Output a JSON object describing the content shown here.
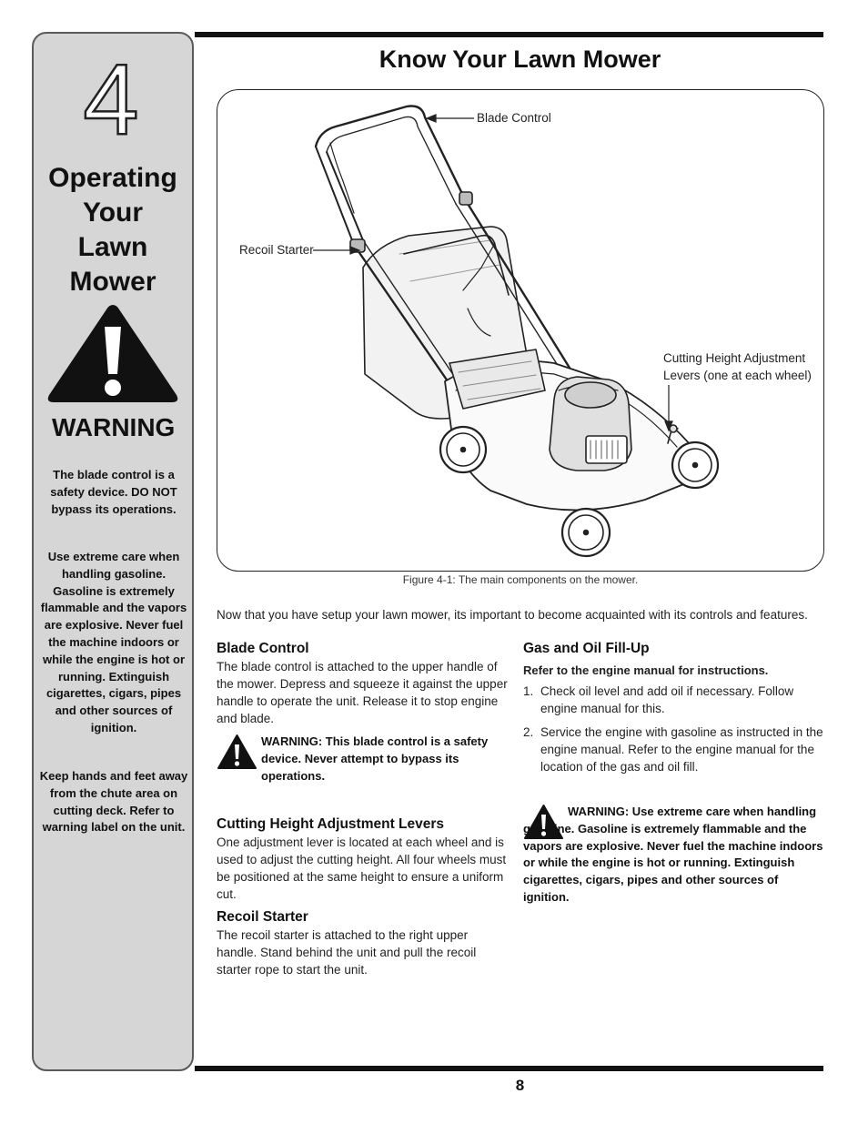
{
  "sidebar": {
    "chapter_number": "4",
    "chapter_title": "Operating Your Lawn Mower",
    "warning_heading": "WARNING",
    "warnings": [
      "The blade control is a safety device. DO NOT bypass its operations.",
      "Use extreme care when handling gasoline. Gasoline is extremely flammable and the vapors are explosive. Never fuel the machine indoors or while the engine is hot or running. Extinguish cigarettes, cigars, pipes and other sources of ignition.",
      "Keep hands and feet away from the chute area on cutting deck. Refer to warning label on the unit."
    ]
  },
  "section_title": "Know Your Lawn Mower",
  "figure": {
    "callouts": {
      "blade_control": "Blade Control",
      "recoil_starter": "Recoil Starter",
      "cutting_height_line1": "Cutting Height Adjustment",
      "cutting_height_line2": "Levers (one at each wheel)"
    },
    "caption": "Figure 4-1: The main components on the mower."
  },
  "intro": "Now that you have setup your lawn mower, its important to become acquainted with its controls and features.",
  "left_column": {
    "blade_control": {
      "heading": "Blade Control",
      "body": "The blade control is attached to the upper handle of the mower. Depress and squeeze it against the upper handle to operate the unit. Release it to stop engine and blade.",
      "warning": "WARNING: This blade control is a safety device. Never attempt to bypass its operations."
    },
    "cutting_height": {
      "heading": "Cutting Height Adjustment Levers",
      "body": "One adjustment lever is located at each wheel and is used to adjust the cutting height. All four wheels must be positioned at the same height to ensure a uniform cut."
    },
    "recoil_starter": {
      "heading": "Recoil Starter",
      "body": "The recoil starter is attached to the right upper handle. Stand behind the unit and pull the recoil starter rope to start the unit."
    }
  },
  "right_column": {
    "heading": "Gas and Oil Fill-Up",
    "subheading": "Refer to the engine manual for instructions.",
    "steps": [
      {
        "num": "1.",
        "text": "Check oil level and add oil if necessary. Follow engine manual for this."
      },
      {
        "num": "2.",
        "text": "Service the engine with gasoline as instructed in the engine manual. Refer to the engine manual for the location of the gas and oil fill."
      }
    ],
    "warning": "WARNING: Use extreme care when handling gasoline. Gasoline is extremely flammable and the vapors are explosive. Never fuel the machine indoors or while the engine is hot or running. Extinguish cigarettes, cigars, pipes and other sources of ignition."
  },
  "page_number": "8",
  "colors": {
    "sidebar_bg": "#d6d6d6",
    "text": "#111111",
    "rule": "#111111"
  }
}
